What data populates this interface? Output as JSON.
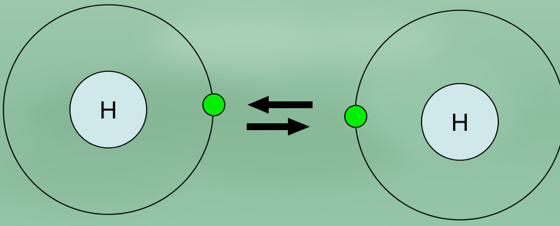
{
  "diagram": {
    "atoms": [
      {
        "symbol": "H"
      },
      {
        "symbol": "H"
      }
    ],
    "exchange": "reversible",
    "colors": {
      "background": "#8fc0a1",
      "nucleus_fill": "#cfe9ea",
      "electron_fill": "#00ee00",
      "line": "#000000"
    }
  }
}
